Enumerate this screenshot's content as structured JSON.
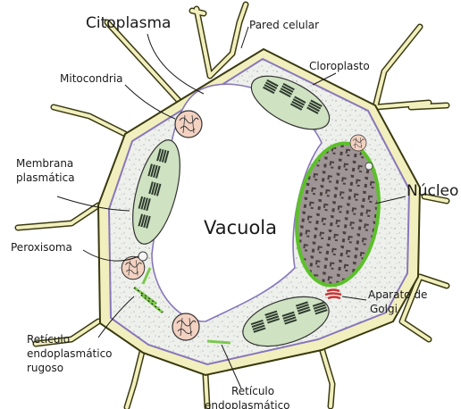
{
  "diagram": {
    "labels": {
      "citoplasma": "Citoplasma",
      "pared_celular": "Pared celular",
      "mitocondria": "Mitocondria",
      "cloroplasto": "Cloroplasto",
      "membrana_1": "Membrana",
      "membrana_2": "plasmática",
      "nucleo": "Núcleo",
      "vacuola": "Vacuola",
      "peroxisoma": "Peroxisoma",
      "golgi_1": "Aparato de",
      "golgi_2": "Golgi",
      "rer_1": "Retículo",
      "rer_2": "endoplasmático",
      "rer_3": "rugoso",
      "rel_1": "Retículo",
      "rel_2": "endoplasmático"
    },
    "colors": {
      "cell_wall": "#f2efbe",
      "cell_wall_stroke": "#3a3a10",
      "cytoplasm": "#eef0ec",
      "membrane": "#8877bb",
      "vacuole": "#ffffff",
      "chloroplast": "#cfe2c2",
      "thylakoid": "#2e3a2e",
      "nucleus": "#9a8f90",
      "nucleus_envelope": "#5cc02a",
      "mitochondria": "#f3d2c2",
      "golgi": "#cc3333",
      "er": "#7ec850"
    }
  }
}
